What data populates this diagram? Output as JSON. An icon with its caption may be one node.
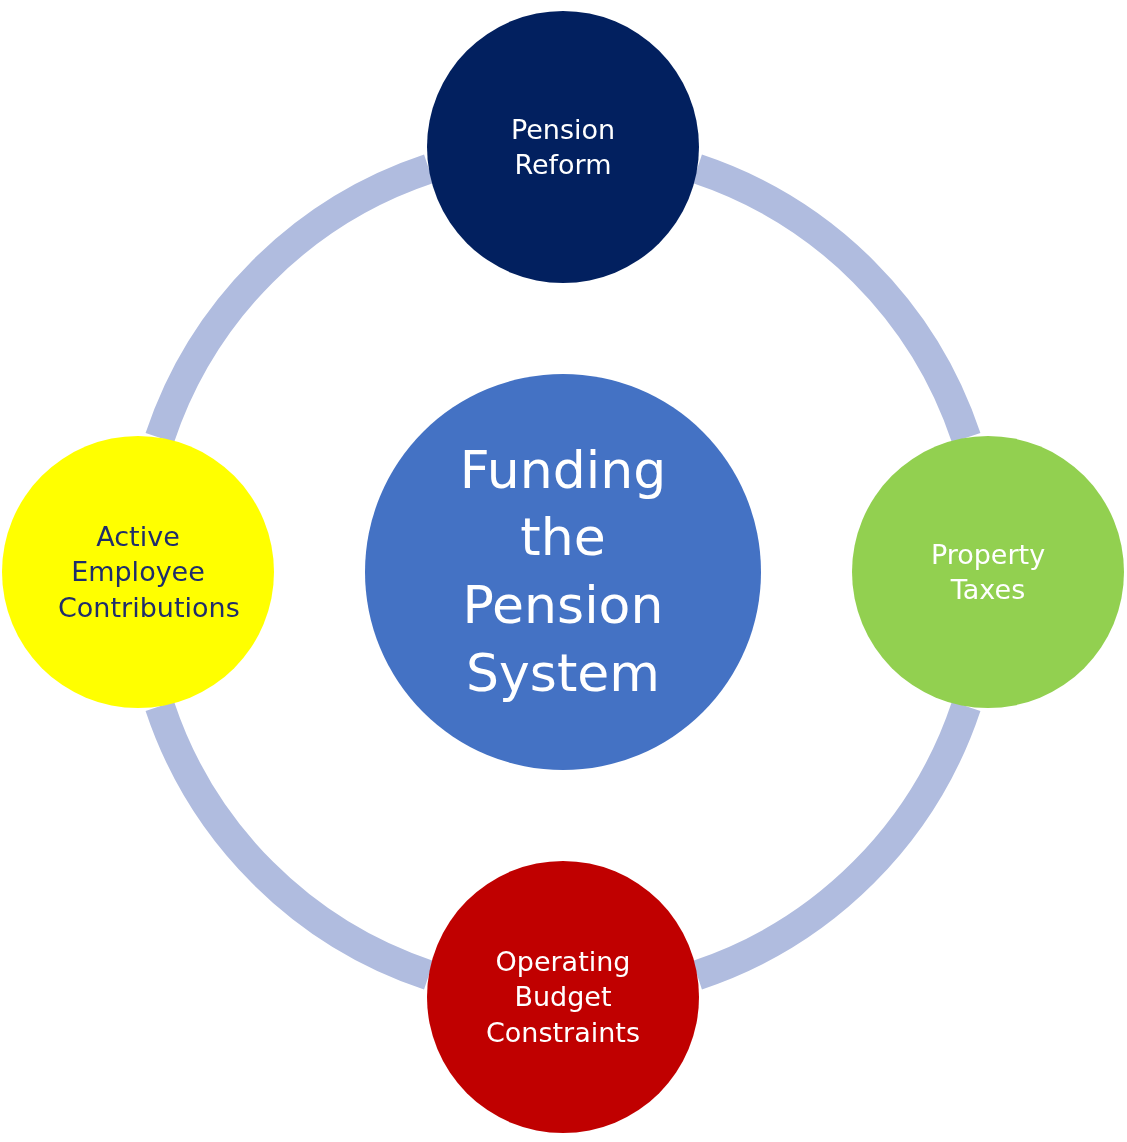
{
  "diagram": {
    "nodes": [
      {
        "text": [
          "Pension Reform"
        ]
      },
      {
        "text": [
          "Active Employee Contributions"
        ]
      },
      {
        "text": [
          "Funding the Pension System"
        ]
      },
      {
        "text": [
          "Property Taxes"
        ]
      },
      {
        "text": [
          "Operating Budget Constraints"
        ]
      }
    ],
    "edges": [
      {
        "from": 0,
        "to": 3,
        "arrow": "none"
      },
      {
        "from": 3,
        "to": 4,
        "arrow": "none"
      },
      {
        "from": 4,
        "to": 1,
        "arrow": "none"
      },
      {
        "from": 1,
        "to": 0,
        "arrow": "none"
      }
    ]
  }
}
